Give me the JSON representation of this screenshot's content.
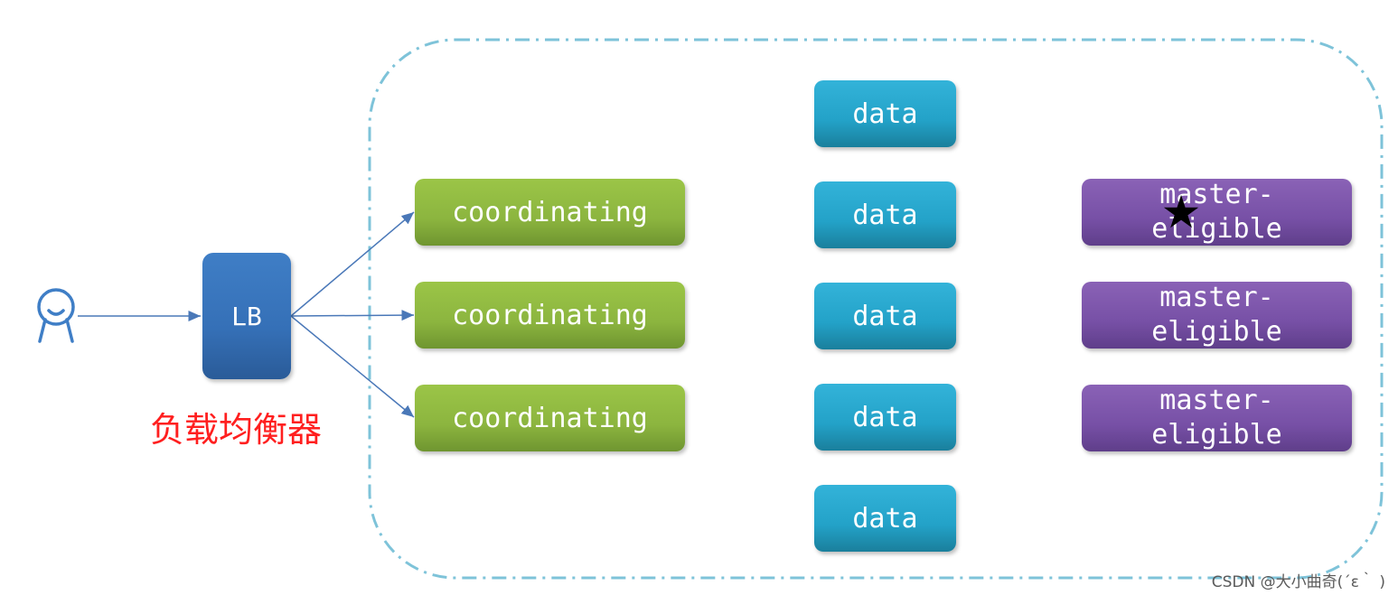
{
  "colors": {
    "coordinating": "#8cb53f",
    "data": "#23a2c8",
    "master": "#7750a6",
    "lb": "#3570b7",
    "cluster_border": "#7ec3d9",
    "user_icon": "#3f7ec6",
    "arrow": "#4a78b8",
    "caption": "#ff1f1f"
  },
  "user_icon": "user-icon",
  "lb": {
    "label": "LB",
    "caption": "负载均衡器"
  },
  "coordinating_nodes": [
    {
      "label": "coordinating"
    },
    {
      "label": "coordinating"
    },
    {
      "label": "coordinating"
    }
  ],
  "data_nodes": [
    {
      "label": "data"
    },
    {
      "label": "data"
    },
    {
      "label": "data"
    },
    {
      "label": "data"
    },
    {
      "label": "data"
    }
  ],
  "master_nodes": [
    {
      "line1": "master-",
      "line2": "eligible",
      "elected": true,
      "icon": "star-icon"
    },
    {
      "line1": "master-",
      "line2": "eligible",
      "elected": false
    },
    {
      "line1": "master-",
      "line2": "eligible",
      "elected": false
    }
  ],
  "watermark": "CSDN @大小曲奇(´ε｀ )"
}
